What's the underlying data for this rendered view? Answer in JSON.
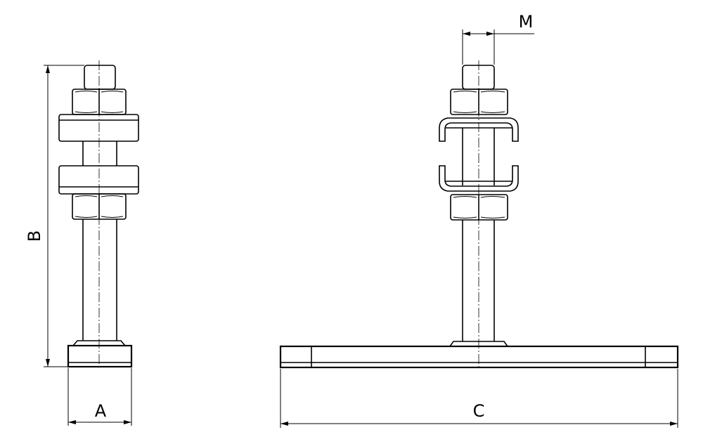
{
  "labels": {
    "a": "A",
    "b": "B",
    "c": "C",
    "m": "M"
  },
  "colors": {
    "ink": "#000000",
    "background": "#ffffff"
  }
}
